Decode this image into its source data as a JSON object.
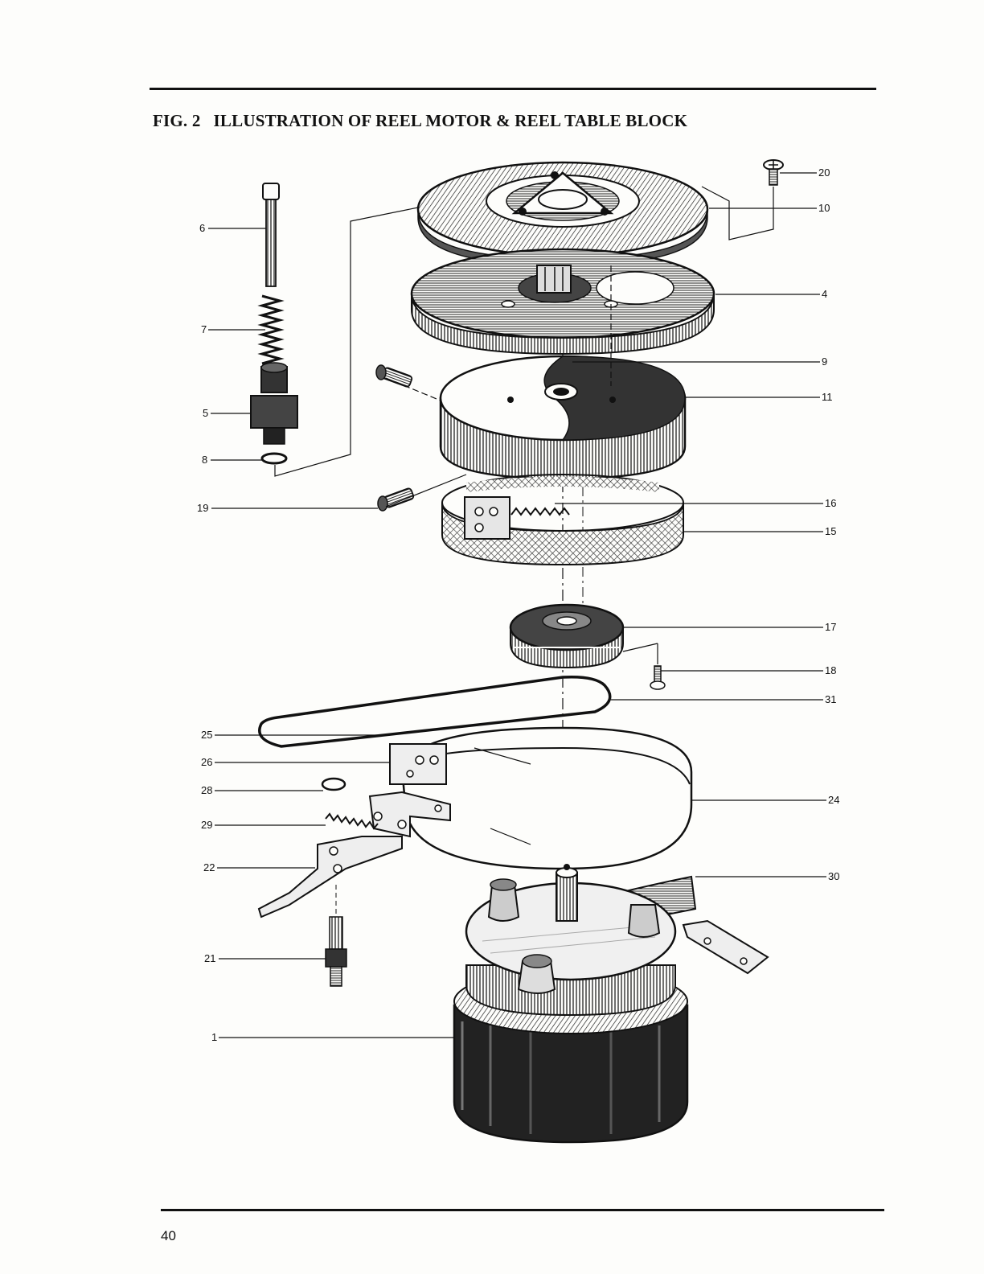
{
  "figure": {
    "number": "FIG. 2",
    "title": "ILLUSTRATION OF REEL MOTOR & REEL TABLE BLOCK"
  },
  "page_number": "40",
  "callouts": {
    "c20": "20",
    "c10": "10",
    "c4": "4",
    "c9": "9",
    "c11": "11",
    "c16": "16",
    "c15": "15",
    "c17": "17",
    "c18": "18",
    "c31": "31",
    "c24": "24",
    "c30": "30",
    "c6": "6",
    "c7": "7",
    "c5": "5",
    "c8": "8",
    "c19": "19",
    "c25": "25",
    "c26": "26",
    "c28": "28",
    "c29": "29",
    "c22": "22",
    "c21": "21",
    "c1": "1"
  },
  "colors": {
    "ink": "#111111",
    "paper": "#fdfdfb",
    "shade": "#555555"
  }
}
